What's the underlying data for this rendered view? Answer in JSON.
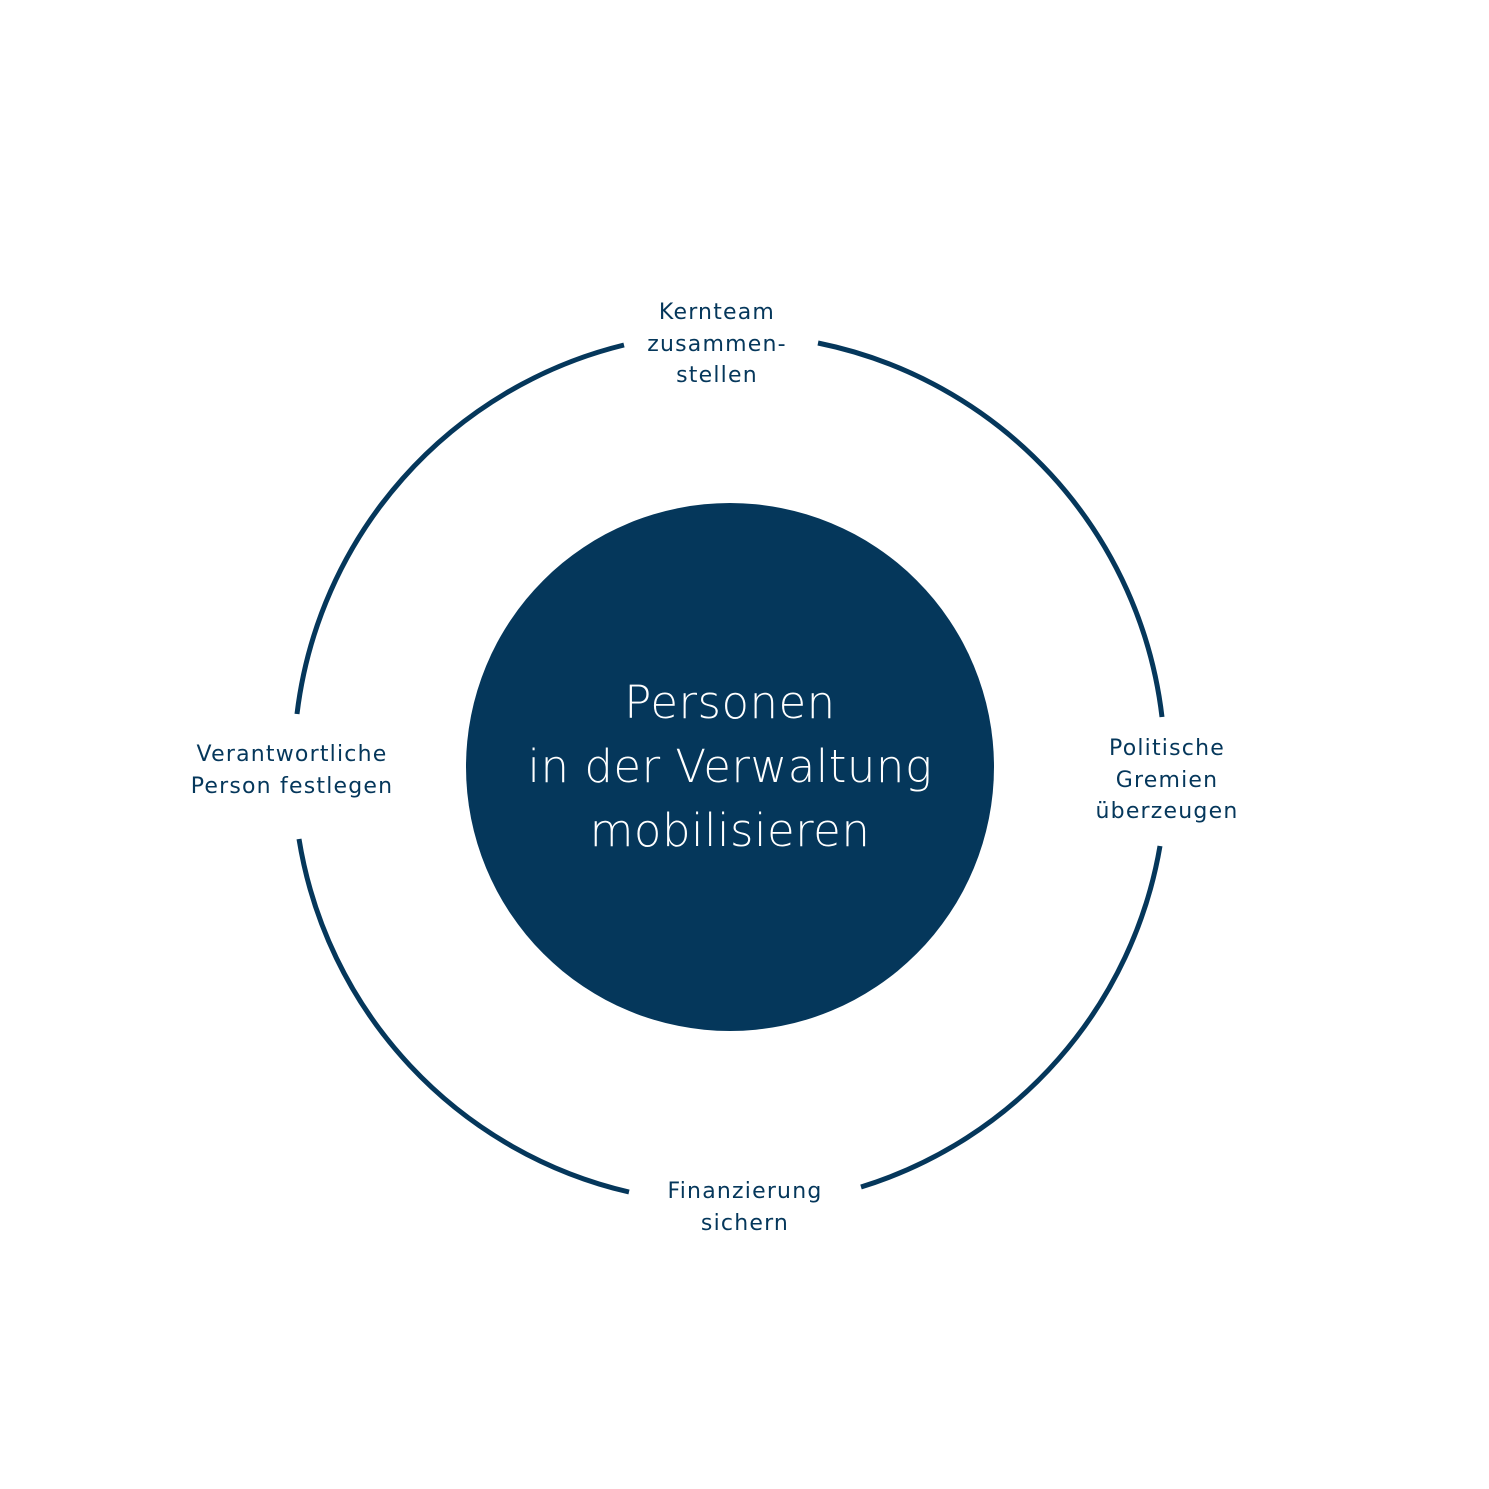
{
  "colors": {
    "primary": "#05375b",
    "background": "#ffffff",
    "center_text": "#ffffff"
  },
  "center": {
    "lines": [
      "Personen",
      "in der Verwaltung",
      "mobilisieren"
    ]
  },
  "steps": [
    {
      "id": "top",
      "lines": [
        "Kernteam",
        "zusammen-",
        "stellen"
      ]
    },
    {
      "id": "right",
      "lines": [
        "Politische",
        "Gremien",
        "überzeugen"
      ]
    },
    {
      "id": "bottom",
      "lines": [
        "Finanzierung",
        "sichern"
      ]
    },
    {
      "id": "left",
      "lines": [
        "Verantwortliche",
        "Person festlegen"
      ]
    }
  ]
}
